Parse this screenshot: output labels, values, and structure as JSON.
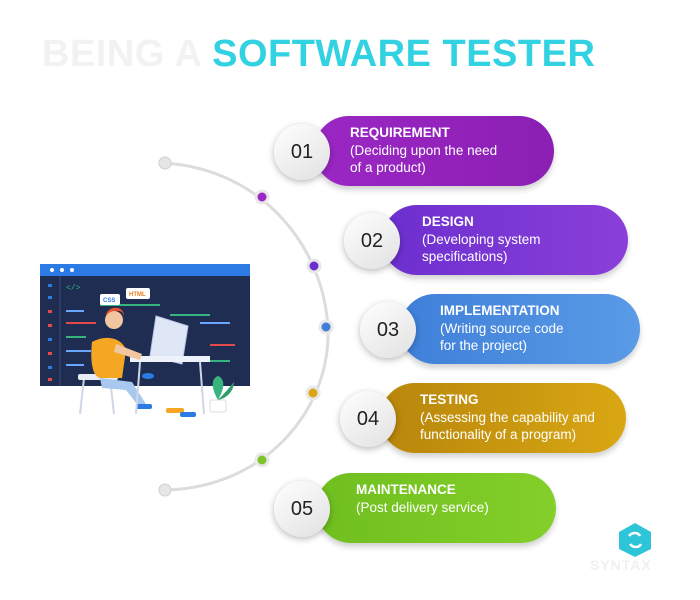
{
  "title": {
    "part1": "BEING A",
    "part2": "SOFTWARE TESTER"
  },
  "steps": [
    {
      "number": "01",
      "heading": "REQUIREMENT",
      "line1": "(Deciding upon the need",
      "line2": "of a product)",
      "color_start": "#9b27c4",
      "color_end": "#8b1fb3"
    },
    {
      "number": "02",
      "heading": "DESIGN",
      "line1": "(Developing system",
      "line2": "specifications)",
      "color_start": "#6c2fcf",
      "color_end": "#8a3fd9"
    },
    {
      "number": "03",
      "heading": "IMPLEMENTATION",
      "line1": "(Writing source code",
      "line2": "for the project)",
      "color_start": "#3f7fd9",
      "color_end": "#5a9be6"
    },
    {
      "number": "04",
      "heading": "TESTING",
      "line1": "(Assessing the capability and",
      "line2": "functionality of a program)",
      "color_start": "#b8860b",
      "color_end": "#d9a713"
    },
    {
      "number": "05",
      "heading": "MAINTENANCE",
      "line1": "(Post delivery service)",
      "line2": "",
      "color_start": "#6fbf1f",
      "color_end": "#84cf2a"
    }
  ],
  "timeline_dot_colors": [
    "#9b27c4",
    "#6c2fcf",
    "#3f7fd9",
    "#d9a713",
    "#7cc42a"
  ],
  "illustration": {
    "tag_css": "CSS",
    "tag_html": "HTML",
    "code_symbol": "</>"
  },
  "brand": {
    "name": "SYNTAX",
    "accent": "#2ec5d8"
  }
}
